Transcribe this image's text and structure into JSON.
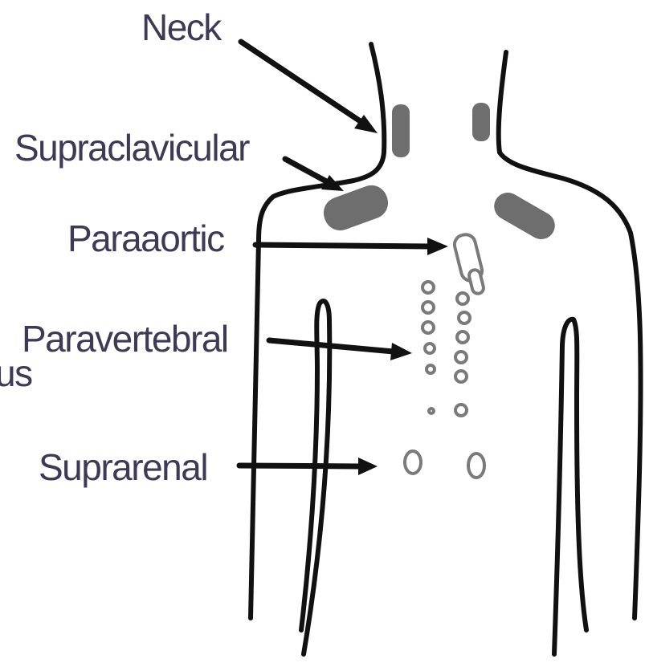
{
  "labels": {
    "neck": "Neck",
    "supraclavicular": "Supraclavicular",
    "paraaortic": "Paraaortic",
    "paravertebral": "Paravertebral",
    "cropped": "us",
    "suprarenal": "Suprarenal"
  },
  "colors": {
    "label_text": "#3e3a55",
    "outline": "#111111",
    "node_fill": "#6e6e6e",
    "node_ring": "#7a7a7a"
  }
}
